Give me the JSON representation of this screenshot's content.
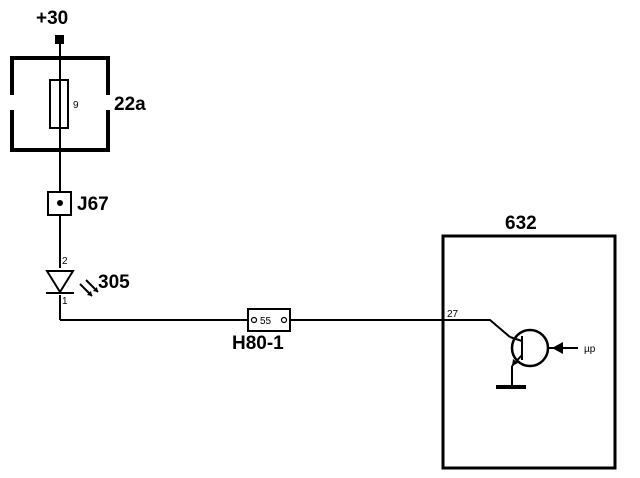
{
  "supply_label": "+30",
  "fuse_box_label": "22a",
  "fuse_pin": "9",
  "connector_label": "J67",
  "led": {
    "label": "305",
    "pin_top": "2",
    "pin_bottom": "1"
  },
  "splice": {
    "label": "H80-1",
    "value": "55"
  },
  "module": {
    "label": "632",
    "pin": "27",
    "signal": "µp"
  }
}
